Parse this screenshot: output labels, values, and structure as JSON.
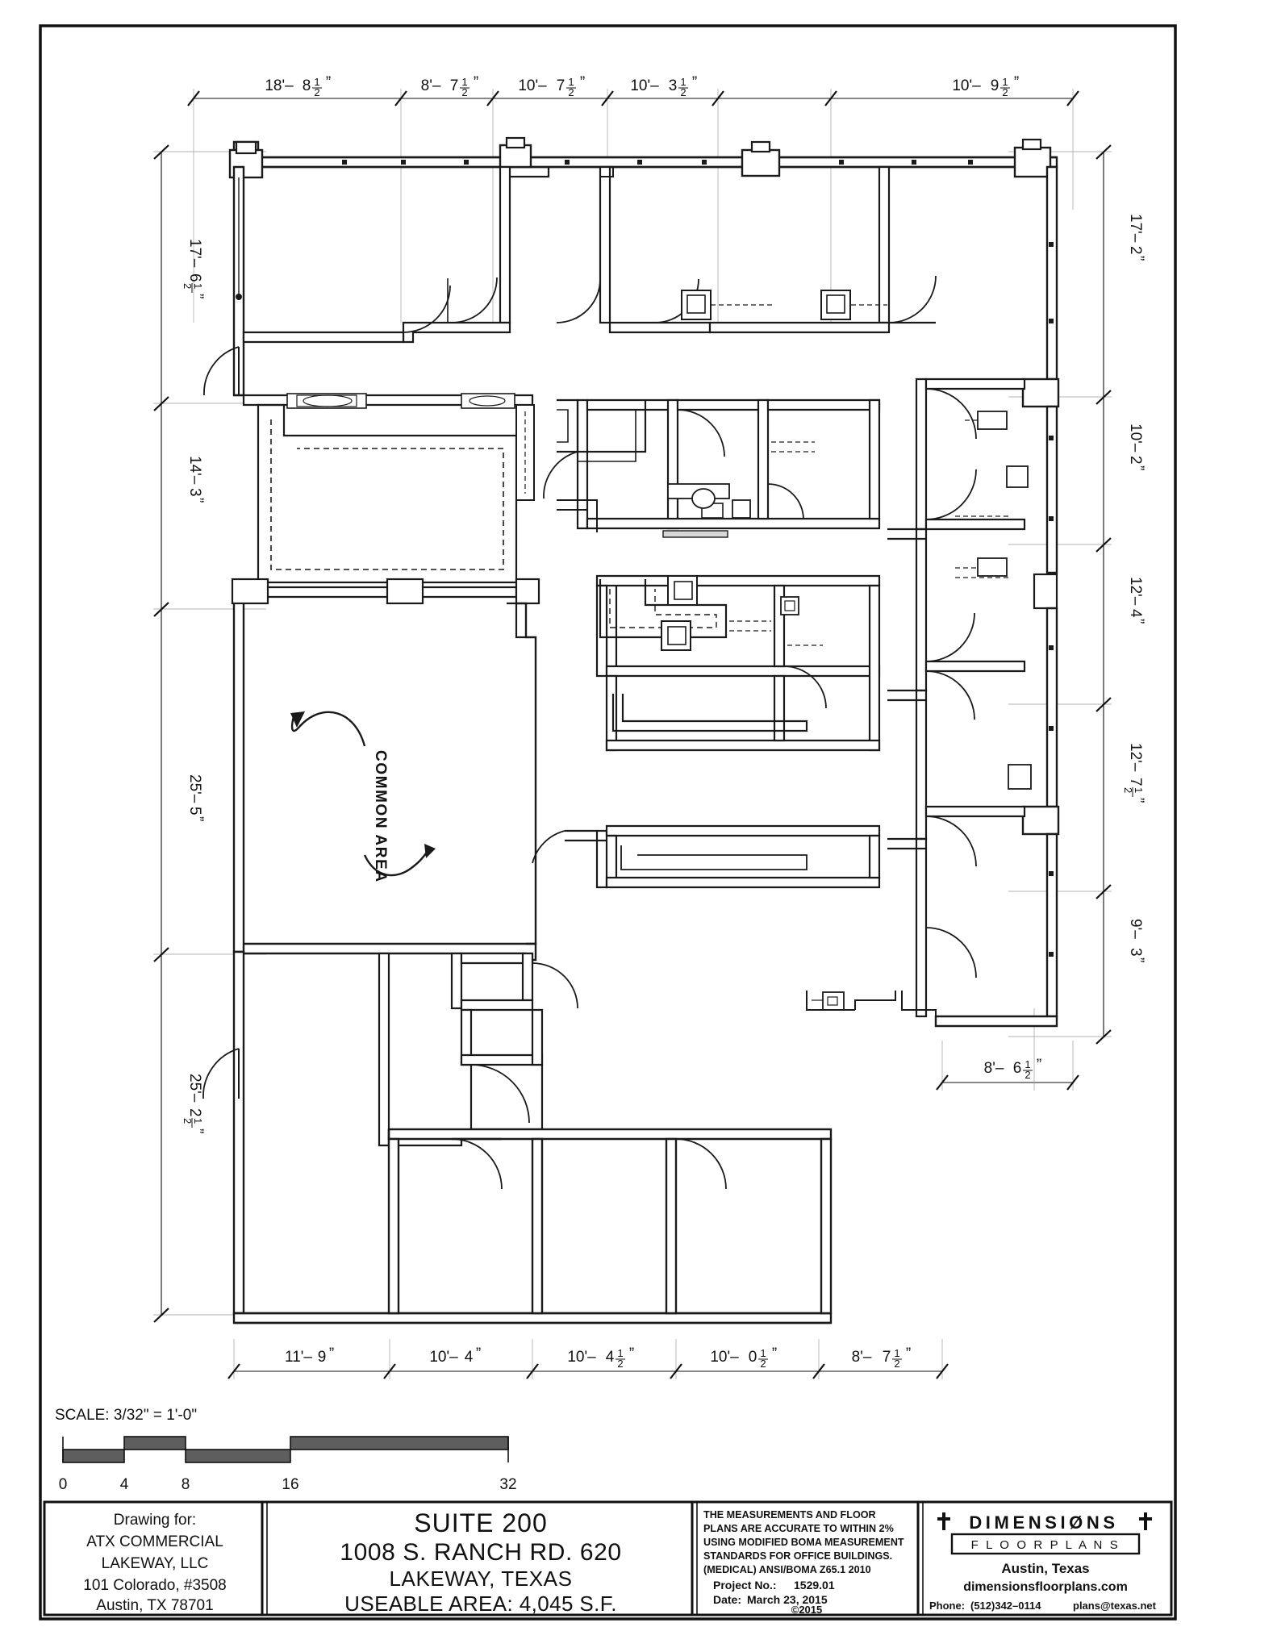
{
  "sheet": {
    "border_color": "#111111",
    "background": "#ffffff"
  },
  "scale_bar": {
    "label": "SCALE:  3/32\" = 1'-0\"",
    "ticks": [
      "0",
      "4",
      "8",
      "16",
      "32"
    ]
  },
  "plan_annotations": {
    "common_area": "COMMON AREA"
  },
  "dimensions": {
    "top": [
      "18'-8½\"",
      "8'-7½\"",
      "10'-7½\"",
      "10'-3½\"",
      "10'-9½\""
    ],
    "top_parts": [
      {
        "feet": "18'–",
        "inches": "8",
        "num": "1",
        "den": "2"
      },
      {
        "feet": "8'–",
        "inches": "7",
        "num": "1",
        "den": "2"
      },
      {
        "feet": "10'–",
        "inches": "7",
        "num": "1",
        "den": "2"
      },
      {
        "feet": "10'–",
        "inches": "3",
        "num": "1",
        "den": "2"
      },
      {
        "feet": "10'–",
        "inches": "9",
        "num": "1",
        "den": "2"
      }
    ],
    "left": [
      "17'-6½\"",
      "14'-3\"",
      "25'-5\"",
      "25'-2½\""
    ],
    "left_parts": [
      {
        "feet": "17'–",
        "inches": "6",
        "num": "1",
        "den": "2"
      },
      {
        "feet": "14'–",
        "inches": "3",
        "num": "",
        "den": ""
      },
      {
        "feet": "25'–",
        "inches": "5",
        "num": "",
        "den": ""
      },
      {
        "feet": "25'–",
        "inches": "2",
        "num": "1",
        "den": "2"
      }
    ],
    "right": [
      "17'-2\"",
      "10'-2\"",
      "12'-4\"",
      "12'-7½\"",
      "9'-3\""
    ],
    "right_parts": [
      {
        "feet": "17'–",
        "inches": "2",
        "num": "",
        "den": ""
      },
      {
        "feet": "10'–",
        "inches": "2",
        "num": "",
        "den": ""
      },
      {
        "feet": "12'–",
        "inches": "4",
        "num": "",
        "den": ""
      },
      {
        "feet": "12'–",
        "inches": "7",
        "num": "1",
        "den": "2"
      },
      {
        "feet": "9'–",
        "inches": "3",
        "num": "",
        "den": ""
      }
    ],
    "bottom": [
      "11'-9\"",
      "10'-4\"",
      "10'-4½\"",
      "10'-0½\"",
      "8'-7½\""
    ],
    "bottom_parts": [
      {
        "feet": "11'–",
        "inches": "9",
        "num": "",
        "den": ""
      },
      {
        "feet": "10'–",
        "inches": "4",
        "num": "",
        "den": ""
      },
      {
        "feet": "10'–",
        "inches": "4",
        "num": "1",
        "den": "2"
      },
      {
        "feet": "10'–",
        "inches": "0",
        "num": "1",
        "den": "2"
      },
      {
        "feet": "8'–",
        "inches": "7",
        "num": "1",
        "den": "2"
      }
    ],
    "right_lower": "8'-6½\"",
    "right_lower_parts": {
      "feet": "8'–",
      "inches": "6",
      "num": "1",
      "den": "2"
    }
  },
  "title_block": {
    "client": {
      "heading": "Drawing for:",
      "line1": "ATX COMMERCIAL",
      "line2": "LAKEWAY, LLC",
      "line3": "101 Colorado, #3508",
      "line4": "Austin, TX   78701"
    },
    "project": {
      "suite": "SUITE 200",
      "address": "1008 S. RANCH RD. 620",
      "city": "LAKEWAY, TEXAS",
      "area": "USEABLE AREA: 4,045 S.F."
    },
    "disclaimer": {
      "line1": "THE MEASUREMENTS AND FLOOR",
      "line2": "PLANS ARE ACCURATE TO WITHIN 2%",
      "line3": "USING MODIFIED BOMA MEASUREMENT",
      "line4": "STANDARDS FOR OFFICE BUILDINGS.",
      "line5": "(MEDICAL) ANSI/BOMA Z65.1 2010",
      "project_no_label": "Project No.:",
      "project_no_value": "1529.01",
      "date_label": "Date:",
      "date_value": "March 23, 2015",
      "copyright": "©2015"
    },
    "logo": {
      "name": "DIMENSIØNS",
      "subtitle": "F L O O R P L A N S",
      "city": "Austin, Texas",
      "website": "dimensionsfloorplans.com",
      "phone_label": "Phone:",
      "phone": "(512)342–0114",
      "email": "plans@texas.net"
    }
  }
}
